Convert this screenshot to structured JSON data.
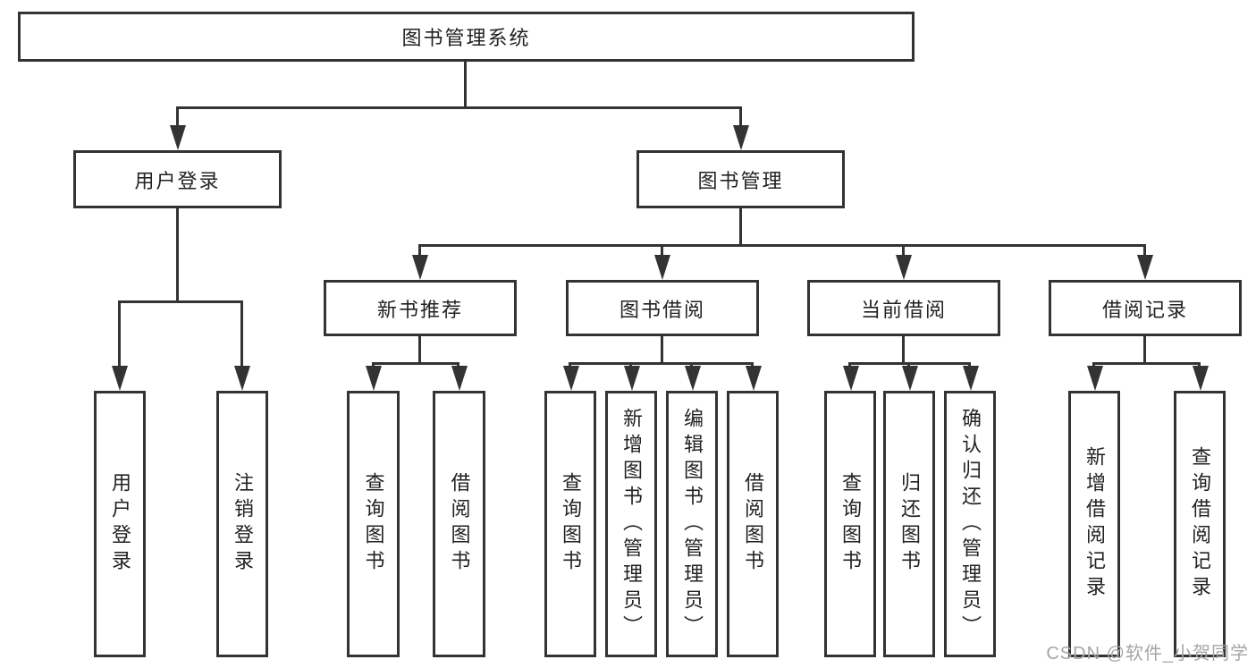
{
  "diagram": {
    "title": "图书管理系统",
    "nodes": {
      "root": "图书管理系统",
      "user_login": "用户登录",
      "book_mgmt": "图书管理",
      "new_books": "新书推荐",
      "borrowing": "图书借阅",
      "current": "当前借阅",
      "records": "借阅记录"
    },
    "leaves": {
      "user_login": [
        "用户登录",
        "注销登录"
      ],
      "new_books": [
        "查询图书",
        "借阅图书"
      ],
      "borrowing": [
        "查询图书",
        "新增图书（管理员）",
        "编辑图书（管理员）",
        "借阅图书"
      ],
      "current": [
        "查询图书",
        "归还图书",
        "确认归还（管理员）"
      ],
      "records": [
        "新增借阅记录",
        "查询借阅记录"
      ]
    },
    "watermark": "CSDN @软件_小贺同学",
    "colors": {
      "line": "#333333",
      "text": "#222222",
      "watermark": "#a6a6a6",
      "background": "#ffffff"
    }
  }
}
